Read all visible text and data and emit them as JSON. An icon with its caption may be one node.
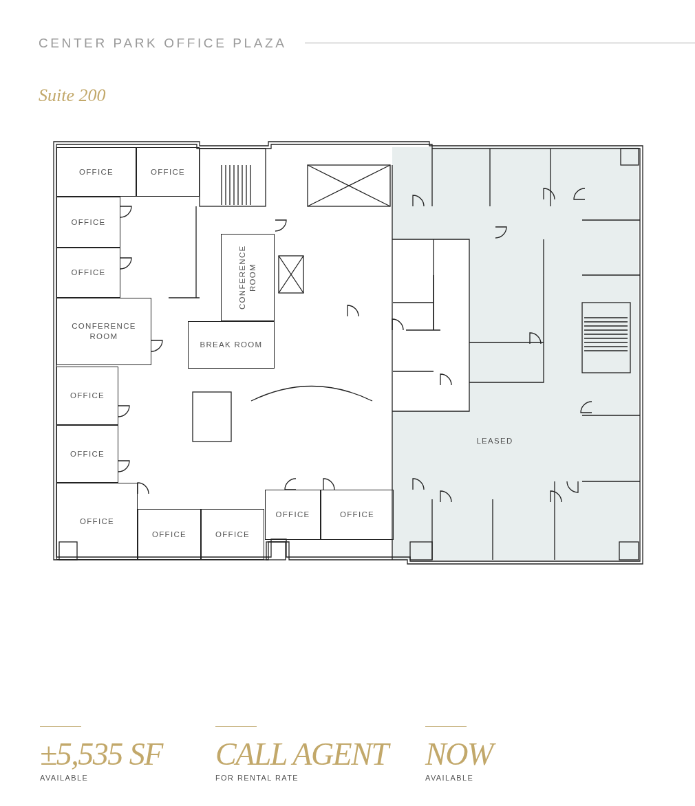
{
  "diagram": {
    "title": "CENTER PARK OFFICE PLAZA",
    "caption": "Suite 200",
    "nodes": [
      {
        "text": [
          "OFFICE"
        ]
      },
      {
        "text": [
          "OFFICE"
        ]
      },
      {
        "text": [
          "OFFICE"
        ]
      },
      {
        "text": [
          "CONFERENCE ROOM"
        ]
      },
      {
        "text": [
          "OFFICE"
        ]
      },
      {
        "text": [
          "CONFERENCE ROOM"
        ]
      },
      {
        "text": [
          "BREAK ROOM"
        ]
      },
      {
        "text": [
          "OFFICE"
        ]
      },
      {
        "text": [
          "LEASED"
        ]
      },
      {
        "text": [
          "OFFICE"
        ]
      },
      {
        "text": [
          "OFFICE"
        ]
      },
      {
        "text": [
          "OFFICE"
        ]
      },
      {
        "text": [
          "OFFICE"
        ]
      },
      {
        "text": [
          "OFFICE"
        ]
      },
      {
        "text": [
          "OFFICE"
        ]
      }
    ],
    "labels": [
      "±5,535 SF",
      "AVAILABLE",
      "CALL AGENT",
      "FOR RENTAL RATE",
      "NOW",
      "AVAILABLE"
    ]
  }
}
